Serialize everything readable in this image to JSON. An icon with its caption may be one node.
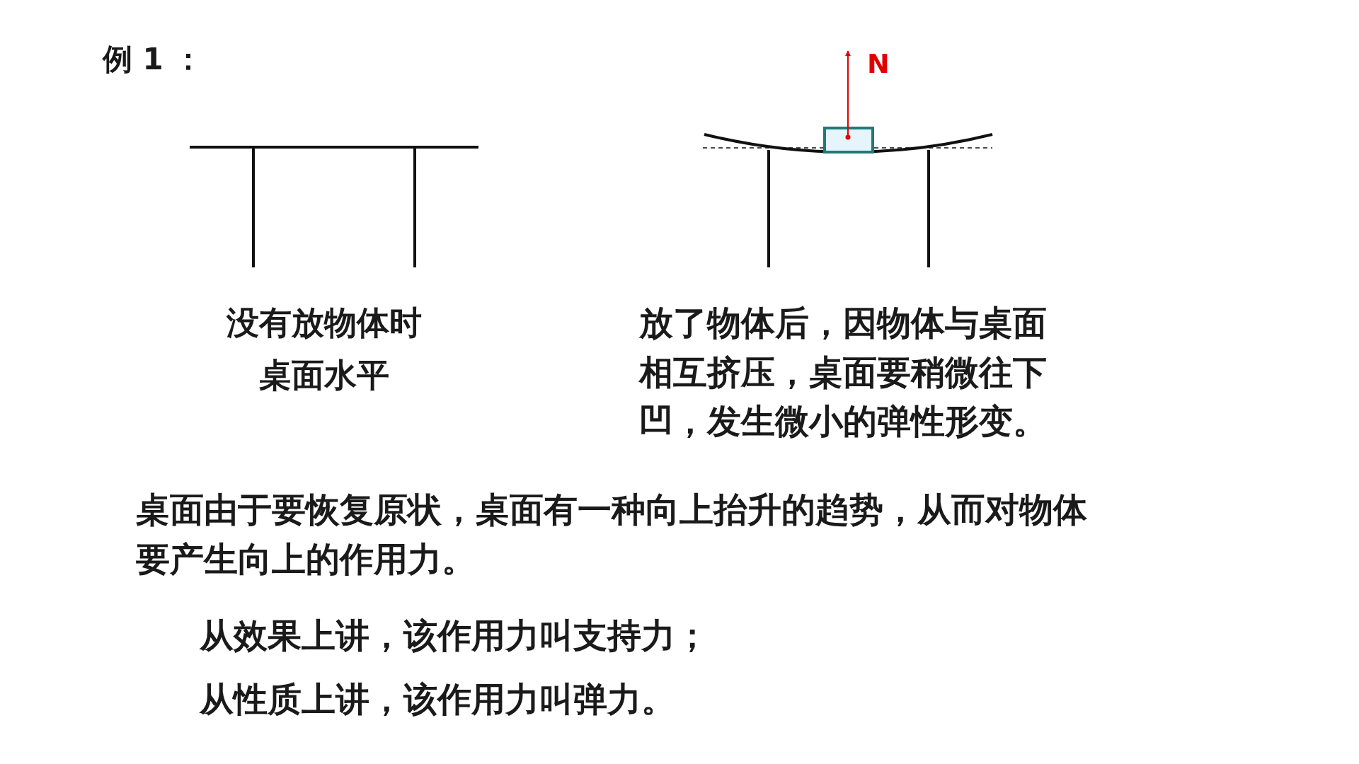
{
  "diagram": {
    "title": "例 1 ：",
    "labels": [
      "N",
      "没有放物体时桌面水平",
      "放了物体后，因物体与桌面相互挤压，桌面要稍微往下凹，发生微小的弹性形变。",
      "桌面由于要恢复原状，桌面有一种向上抬升的趋势，从而对物体要产生向上的作用力。",
      "从效果上讲，该作用力叫支持力；",
      "从性质上讲，该作用力叫弹力。"
    ]
  }
}
